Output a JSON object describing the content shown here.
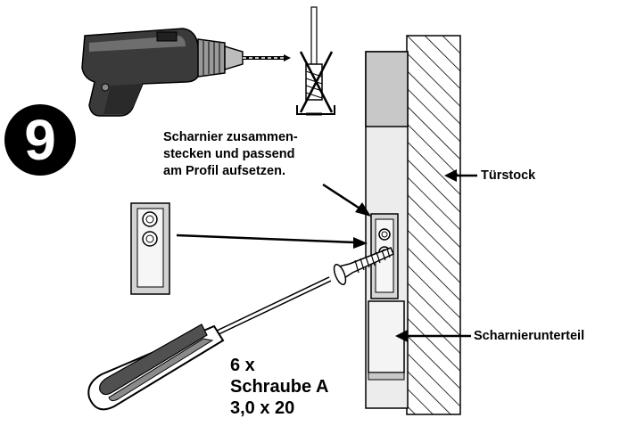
{
  "step_number": "9",
  "instruction": {
    "line1": "Scharnier zusammen-",
    "line2": "stecken und passend",
    "line3": "am Profil aufsetzen."
  },
  "labels": {
    "door_frame": "Türstock",
    "hinge_lower": "Scharnierunterteil"
  },
  "screws": {
    "count": "6 x",
    "type": "Schraube A",
    "size": "3,0 x 20"
  },
  "icons": [
    "drill-icon",
    "no-dowel-icon",
    "screwdriver-icon",
    "hinge-part-icon",
    "screw-icon"
  ],
  "colors": {
    "ink": "#000000",
    "profile_grey": "#c8c8c8",
    "dark_grey": "#505050",
    "paper": "#ffffff"
  }
}
